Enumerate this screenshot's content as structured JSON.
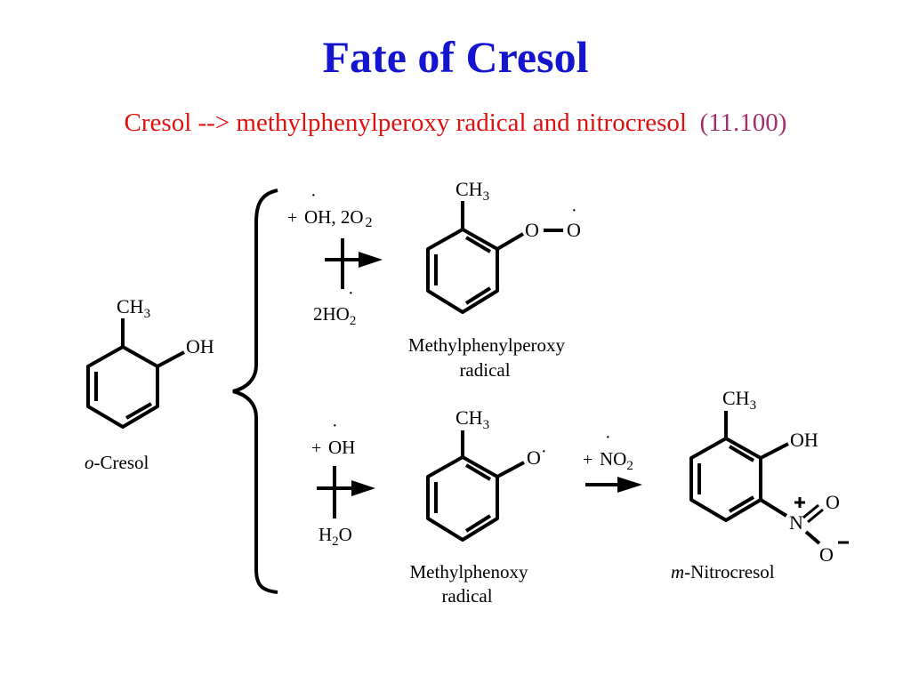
{
  "slide": {
    "title": "Fate of Cresol",
    "subtitle_main": "Cresol --> methylphenylperoxy radical and nitrocresol",
    "subtitle_ref": "(11.100)"
  },
  "colors": {
    "title": "#1515d0",
    "subtitle": "#e01010",
    "equation_ref": "#a0306a",
    "ink": "#000000",
    "background": "#ffffff"
  },
  "diagram": {
    "cresol": {
      "methyl": "CH",
      "methyl_sub": "3",
      "hydroxyl": "OH",
      "name_prefix": "o",
      "name_rest": "-Cresol"
    },
    "upper_reaction": {
      "reagent_plus": "+",
      "reagent_oh": "OH, 2O",
      "reagent_o2_sub": "2",
      "byproduct": "2HO",
      "byproduct_sub": "2",
      "product_methyl": "CH",
      "product_methyl_sub": "3",
      "product_o1": "O",
      "product_o2": "O",
      "product_name_line1": "Methylphenylperoxy",
      "product_name_line2": "radical"
    },
    "lower_reaction": {
      "reagent_plus": "+",
      "reagent_oh": "OH",
      "byproduct_h": "H",
      "byproduct_sub": "2",
      "byproduct_o": "O",
      "product_methyl": "CH",
      "product_methyl_sub": "3",
      "product_o": "O",
      "product_name_line1": "Methylphenoxy",
      "product_name_line2": "radical"
    },
    "nitration": {
      "reagent_plus": "+",
      "reagent_no": "NO",
      "reagent_sub": "2",
      "product_methyl": "CH",
      "product_methyl_sub": "3",
      "product_hydroxyl": "OH",
      "nitro_n": "N",
      "nitro_o_top": "O",
      "nitro_o_bottom": "O",
      "product_name_prefix": "m",
      "product_name_rest": "-Nitrocresol"
    }
  }
}
